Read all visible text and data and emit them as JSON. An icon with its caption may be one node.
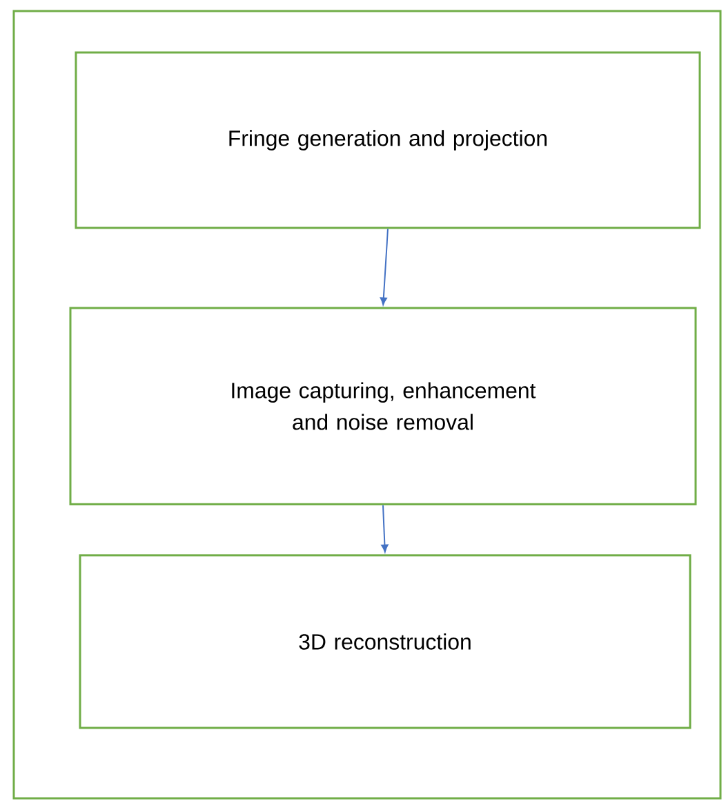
{
  "diagram": {
    "nodes": [
      {
        "text": [],
        "shape": "box"
      },
      {
        "text": [
          "Fringe generation and projection"
        ],
        "in": 0
      },
      {
        "text": [
          "Image capturing, enhancement and noise removal"
        ],
        "in": 0
      },
      {
        "text": [
          "3D reconstruction"
        ],
        "in": 0
      }
    ],
    "edges": [
      {
        "from": 1,
        "to": 2,
        "arrow": "to"
      },
      {
        "from": 2,
        "to": 3,
        "arrow": "to"
      }
    ]
  }
}
